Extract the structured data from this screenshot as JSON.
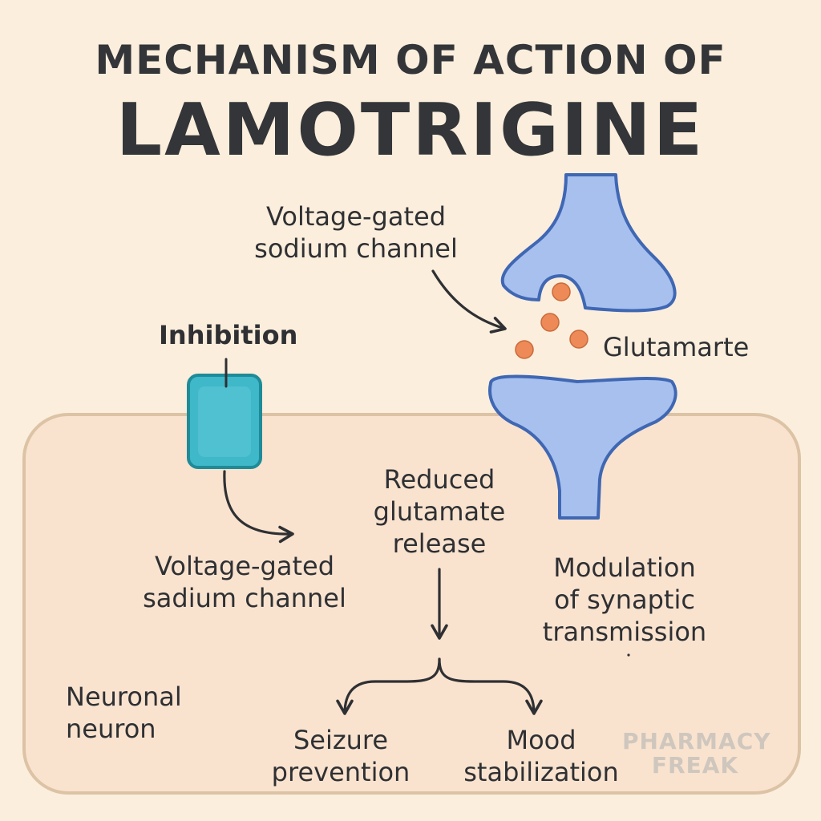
{
  "title": {
    "line1": "MECHANISM OF ACTION OF",
    "line2": "LAMOTRIGINE"
  },
  "labels": {
    "voltage_gated_top_l1": "Voltage-gated",
    "voltage_gated_top_l2": "sodium channel",
    "glutamate": "Glutamarte",
    "inhibition": "Inhibition",
    "reduced_l1": "Reduced",
    "reduced_l2": "glutamate",
    "reduced_l3": "release",
    "voltage_gated_bottom_l1": "Voltage-gated",
    "voltage_gated_bottom_l2": "sadium channel",
    "modulation_l1": "Modulation",
    "modulation_l2": "of synaptic",
    "modulation_l3": "transmission",
    "neuronal_l1": "Neuronal",
    "neuronal_l2": "neuron",
    "seizure_l1": "Seizure",
    "seizure_l2": "prevention",
    "mood_l1": "Mood",
    "mood_l2": "stabilization"
  },
  "watermark": {
    "line1": "PHARMACY",
    "line2": "FREAK"
  },
  "colors": {
    "background": "#fbeedd",
    "cell_fill": "#f9e3cf",
    "cell_border": "#dcc3a5",
    "neuron_fill": "#a7c0ee",
    "neuron_stroke": "#3f67b3",
    "vesicle": "#ee8a57",
    "channel_fill": "#3fb8c9",
    "channel_stroke": "#1e8b98",
    "arrow": "#2f3033"
  }
}
